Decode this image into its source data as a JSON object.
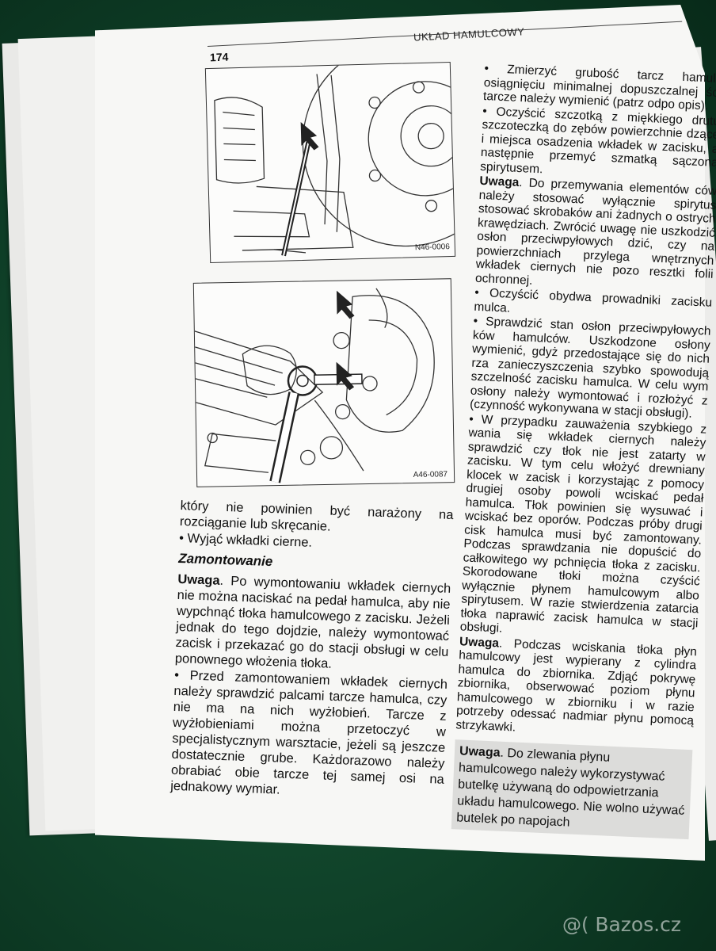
{
  "header": {
    "page_number": "174",
    "running_head": "UKŁAD HAMULCOWY"
  },
  "figures": [
    {
      "code": "N46-0006"
    },
    {
      "code": "A46-0087"
    }
  ],
  "left_column": {
    "para1": "który nie powinien być narażony na rozciąganie lub skręcanie.",
    "bullet1": "Wyjąć wkładki cierne.",
    "heading": "Zamontowanie",
    "note_label": "Uwaga",
    "note_text": ". Po wymontowaniu wkładek ciernych nie można naciskać na pedał hamulca, aby nie wypchnąć tłoka hamulcowego z zacisku. Jeżeli jednak do tego dojdzie, należy wymontować zacisk i przekazać go do stacji obsługi w celu ponownego włożenia tłoka.",
    "bullet2": "Przed zamontowaniem wkładek ciernych należy sprawdzić palcami tarcze hamulca, czy nie ma na nich wyżłobień. Tarcze z wyżłobieniami można przetoczyć w specjalistycznym warsztacie, jeżeli są jeszcze dostatecznie grube. Każdorazowo należy obrabiać obie tarcze tej samej osi na jednakowy wymiar."
  },
  "right_column": {
    "bullet1": "Zmierzyć grubość tarcz hamulc osiągnięciu minimalnej dopuszczalnej ści tarcze należy wymienić (patrz odpo opis).",
    "bullet2": "Oczyścić szczotką z miękkiego drutu szczoteczką do zębów powierzchnie dzące i miejsca osadzenia wkładek w zacisku, a następnie przemyć szmatką sączoną spirytusem.",
    "note1_label": "Uwaga",
    "note1_text": ". Do przemywania elementów ców należy stosować wyłącznie spirytus stosować skrobaków ani żadnych o ostrych krawędziach. Zwrócić uwagę nie uszkodzić osłon przeciwpyłowych dzić, czy na powierzchniach przylega wnętrznych wkładek ciernych nie pozo resztki folii ochronnej.",
    "bullet3": "Oczyścić obydwa prowadniki zacisku mulca.",
    "bullet4": "Sprawdzić stan osłon przeciwpyłowych ków hamulców. Uszkodzone osłony wymienić, gdyż przedostające się do nich rza zanieczyszczenia szybko spowodują szczelność zacisku hamulca. W celu wym osłony należy wymontować i rozłożyć z (czynność wykonywana w stacji obsługi).",
    "bullet5": "W przypadku zauważenia szybkiego z wania się wkładek ciernych należy sprawdzić czy tłok nie jest zatarty w zacisku. W tym celu włożyć drewniany klocek w zacisk i korzystając z pomocy drugiej osoby powoli wciskać pedał hamulca. Tłok powinien się wysuwać i wciskać bez oporów. Podczas próby drugi cisk hamulca musi być zamontowany. Podczas sprawdzania nie dopuścić do całkowitego wy pchnięcia tłoka z zacisku. Skorodowane tłoki można czyścić wyłącznie płynem hamulcowym albo spirytusem. W razie stwierdzenia zatarcia tłoka naprawić zacisk hamulca w stacji obsługi.",
    "note2_label": "Uwaga",
    "note2_text": ". Podczas wciskania tłoka płyn hamulcowy jest wypierany z cylindra hamulca do zbiornika. Zdjąć pokrywę zbiornika, obserwować poziom płynu hamulcowego w zbiorniku i w razie potrzeby odessać nadmiar płynu pomocą strzykawki.",
    "box_label": "Uwaga",
    "box_text": ". Do zlewania płynu hamulcowego należy wykorzystywać butelkę używaną do odpowietrzania układu hamulcowego. Nie wolno używać butelek po napojach"
  },
  "watermark": {
    "glyph": "@(",
    "text": " Bazos.cz"
  }
}
